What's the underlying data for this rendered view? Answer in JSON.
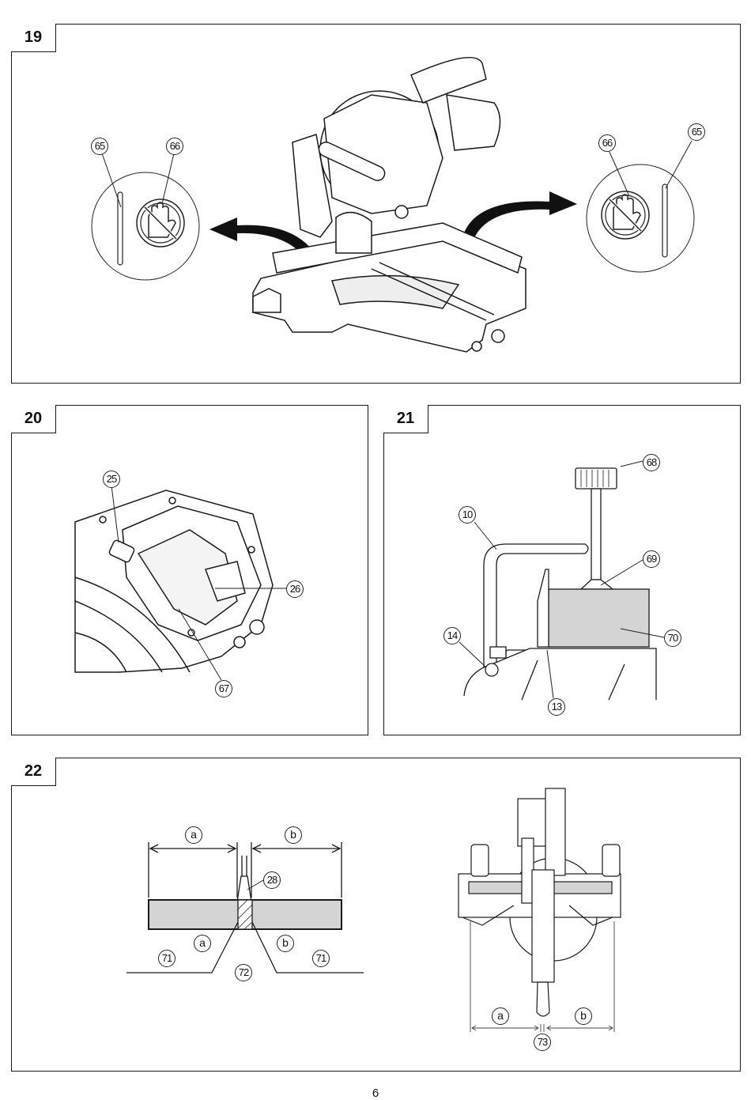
{
  "page": {
    "number": "6"
  },
  "figures": [
    {
      "id": "19",
      "description": "Miter saw with blade guard warning labels (no-hands symbol) on both sides",
      "callouts": {
        "left": [
          "65",
          "66"
        ],
        "right": [
          "66",
          "65"
        ]
      }
    },
    {
      "id": "20",
      "description": "Close-up of saw handle with switch and lock",
      "callouts": [
        "25",
        "26",
        "67"
      ]
    },
    {
      "id": "21",
      "description": "Vise clamp securing workpiece against fence",
      "callouts": [
        "68",
        "10",
        "69",
        "14",
        "70",
        "13"
      ]
    },
    {
      "id": "22",
      "description": "Kerf alignment diagram and top view of saw",
      "left_diagram": {
        "dimension_labels": [
          "a",
          "b"
        ],
        "lower_labels": [
          "a",
          "b"
        ],
        "callouts": [
          "28",
          "71",
          "72",
          "71"
        ]
      },
      "right_diagram": {
        "dimension_labels": [
          "a",
          "b"
        ],
        "callouts": [
          "73"
        ]
      }
    }
  ]
}
